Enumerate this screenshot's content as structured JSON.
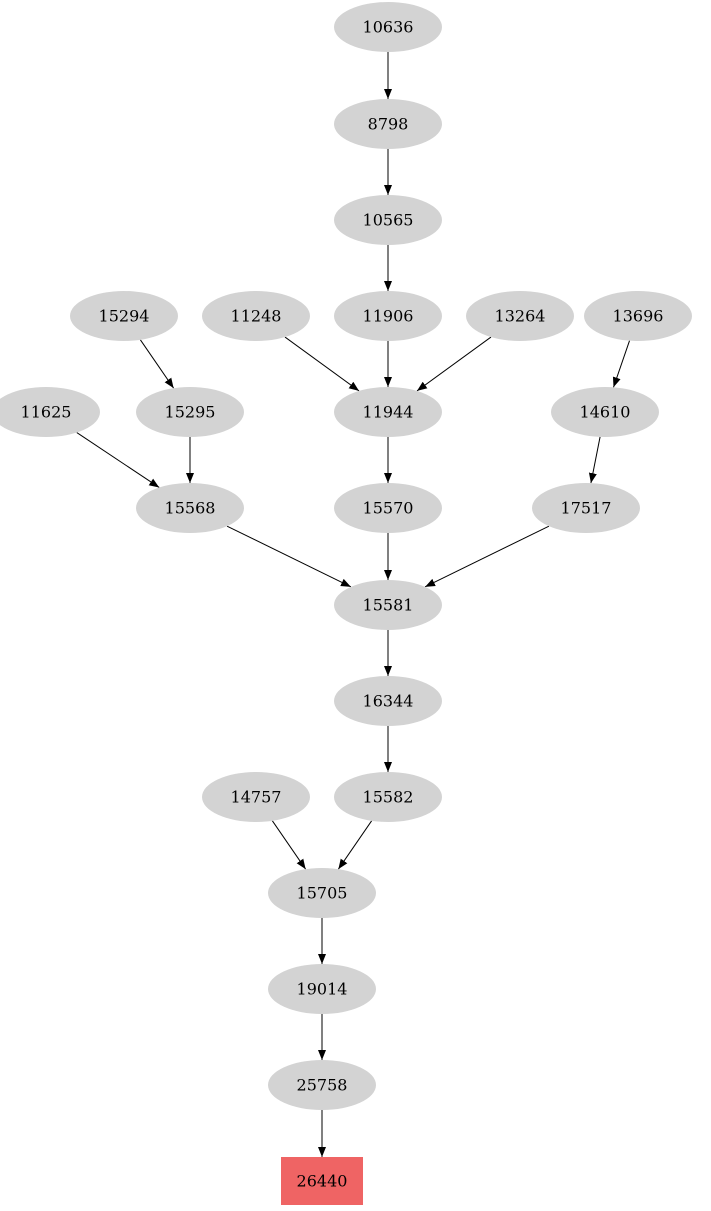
{
  "graph": {
    "node_fill": "#d3d3d3",
    "target_fill": "#ef6464",
    "edge_color": "#000000",
    "nodes": [
      {
        "id": "10636",
        "shape": "ellipse"
      },
      {
        "id": "8798",
        "shape": "ellipse"
      },
      {
        "id": "10565",
        "shape": "ellipse"
      },
      {
        "id": "15294",
        "shape": "ellipse"
      },
      {
        "id": "11248",
        "shape": "ellipse"
      },
      {
        "id": "11906",
        "shape": "ellipse"
      },
      {
        "id": "13264",
        "shape": "ellipse"
      },
      {
        "id": "13696",
        "shape": "ellipse"
      },
      {
        "id": "11625",
        "shape": "ellipse"
      },
      {
        "id": "15295",
        "shape": "ellipse"
      },
      {
        "id": "11944",
        "shape": "ellipse"
      },
      {
        "id": "14610",
        "shape": "ellipse"
      },
      {
        "id": "15568",
        "shape": "ellipse"
      },
      {
        "id": "15570",
        "shape": "ellipse"
      },
      {
        "id": "17517",
        "shape": "ellipse"
      },
      {
        "id": "15581",
        "shape": "ellipse"
      },
      {
        "id": "16344",
        "shape": "ellipse"
      },
      {
        "id": "14757",
        "shape": "ellipse"
      },
      {
        "id": "15582",
        "shape": "ellipse"
      },
      {
        "id": "15705",
        "shape": "ellipse"
      },
      {
        "id": "19014",
        "shape": "ellipse"
      },
      {
        "id": "25758",
        "shape": "ellipse"
      },
      {
        "id": "26440",
        "shape": "box"
      }
    ],
    "edges": [
      [
        "10636",
        "8798"
      ],
      [
        "8798",
        "10565"
      ],
      [
        "10565",
        "11906"
      ],
      [
        "15294",
        "15295"
      ],
      [
        "11248",
        "11944"
      ],
      [
        "11906",
        "11944"
      ],
      [
        "13264",
        "11944"
      ],
      [
        "13696",
        "14610"
      ],
      [
        "11625",
        "15568"
      ],
      [
        "15295",
        "15568"
      ],
      [
        "11944",
        "15570"
      ],
      [
        "14610",
        "17517"
      ],
      [
        "15568",
        "15581"
      ],
      [
        "15570",
        "15581"
      ],
      [
        "17517",
        "15581"
      ],
      [
        "15581",
        "16344"
      ],
      [
        "16344",
        "15582"
      ],
      [
        "14757",
        "15705"
      ],
      [
        "15582",
        "15705"
      ],
      [
        "15705",
        "19014"
      ],
      [
        "19014",
        "25758"
      ],
      [
        "25758",
        "26440"
      ]
    ]
  }
}
